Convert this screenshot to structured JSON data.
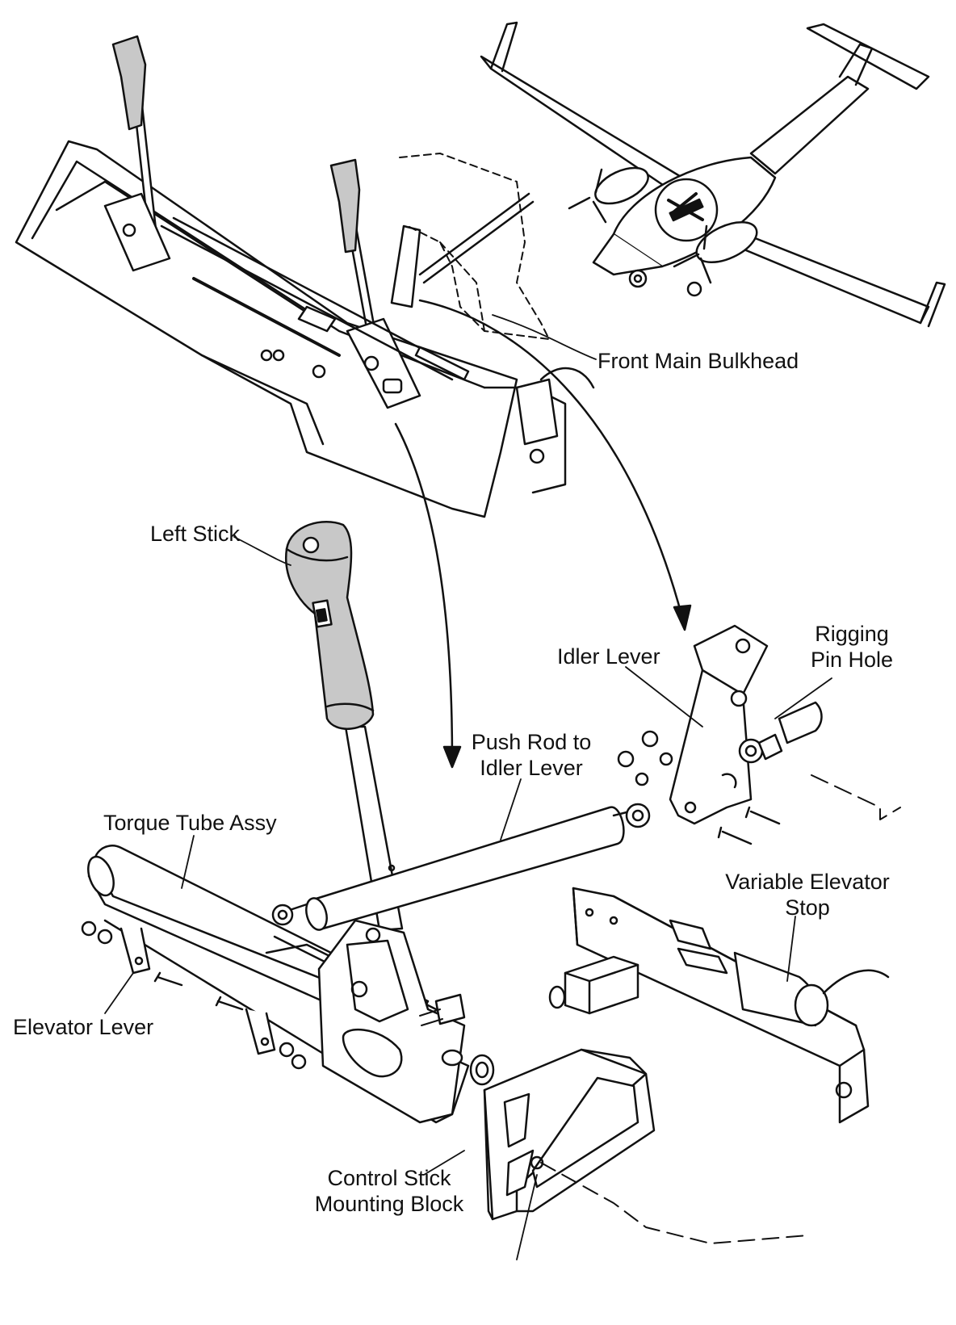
{
  "labels": {
    "front_main_bulkhead": "Front Main Bulkhead",
    "left_stick": "Left Stick",
    "idler_lever": "Idler Lever",
    "rigging_pin_hole": "Rigging\nPin Hole",
    "push_rod": "Push Rod to\nIdler Lever",
    "torque_tube_assy": "Torque Tube Assy",
    "variable_elevator_stop": "Variable Elevator\nStop",
    "elevator_lever": "Elevator Lever",
    "control_stick_mounting_block": "Control Stick\nMounting Block"
  },
  "colors": {
    "line": "#111111",
    "grip_fill": "#c8c8c8",
    "part_fill": "#ffffff"
  }
}
